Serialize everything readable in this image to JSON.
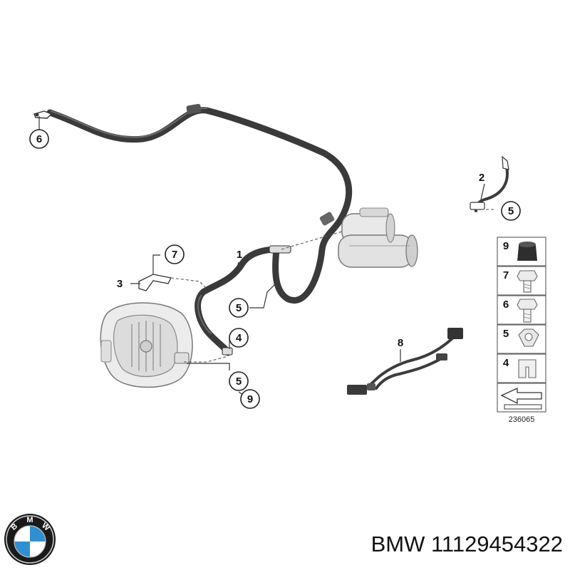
{
  "callouts": {
    "c1": "1",
    "c2": "2",
    "c3": "3",
    "c4": "4",
    "c5a": "5",
    "c5b": "5",
    "c5c": "5",
    "c6": "6",
    "c7": "7",
    "c8": "8",
    "c9": "9"
  },
  "legend": {
    "items": [
      "9",
      "7",
      "6",
      "5",
      "4"
    ],
    "doc_number": "236065"
  },
  "logo": {
    "letters": [
      "B",
      "M",
      "W"
    ]
  },
  "part": {
    "label": "BMW 11129454322"
  },
  "colors": {
    "logo_blue": "#2f8fd0",
    "cable": "#3a3a3a"
  },
  "icons": [
    "cap-icon",
    "bolt-icon",
    "nut-icon",
    "clip-icon",
    "arrow-icon",
    "alternator-icon",
    "starter-motor-icon",
    "wiring-harness-icon"
  ]
}
